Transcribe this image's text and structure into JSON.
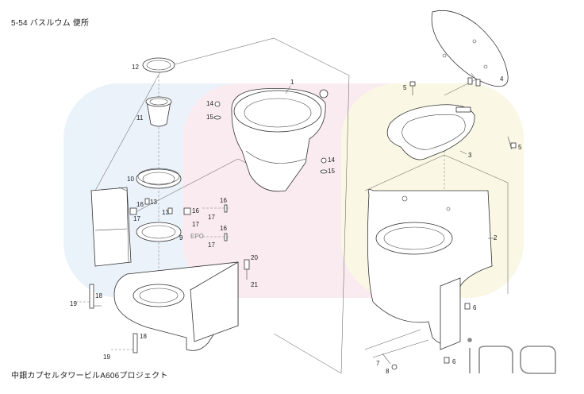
{
  "header": {
    "title": "5-54 バスルウム 便所"
  },
  "footer": {
    "caption": "中銀カプセルタワービルA606プロジェクト"
  },
  "watermark": {
    "text": "EPO",
    "brand": "ina"
  },
  "colors": {
    "line": "#333333",
    "watermark_blue": "#bcd7ef",
    "watermark_pink": "#f6c7d2",
    "watermark_yellow": "#f4f0b8",
    "logo": "#8a8a8a"
  },
  "parts": {
    "p1": "1",
    "p2": "2",
    "p3": "3",
    "p4": "4",
    "p5a": "5",
    "p5b": "5",
    "p6a": "6",
    "p6b": "6",
    "p7": "7",
    "p8": "8",
    "p9": "9",
    "p10": "10",
    "p11": "11",
    "p12": "12",
    "p13a": "13",
    "p13b": "13",
    "p14a": "14",
    "p14b": "14",
    "p15a": "15",
    "p15b": "15",
    "p16a": "16",
    "p16b": "16",
    "p16c": "16",
    "p16d": "16",
    "p17a": "17",
    "p17b": "17",
    "p17c": "17",
    "p17d": "17",
    "p18a": "18",
    "p18b": "18",
    "p19a": "19",
    "p19b": "19",
    "p20": "20",
    "p21": "21"
  }
}
